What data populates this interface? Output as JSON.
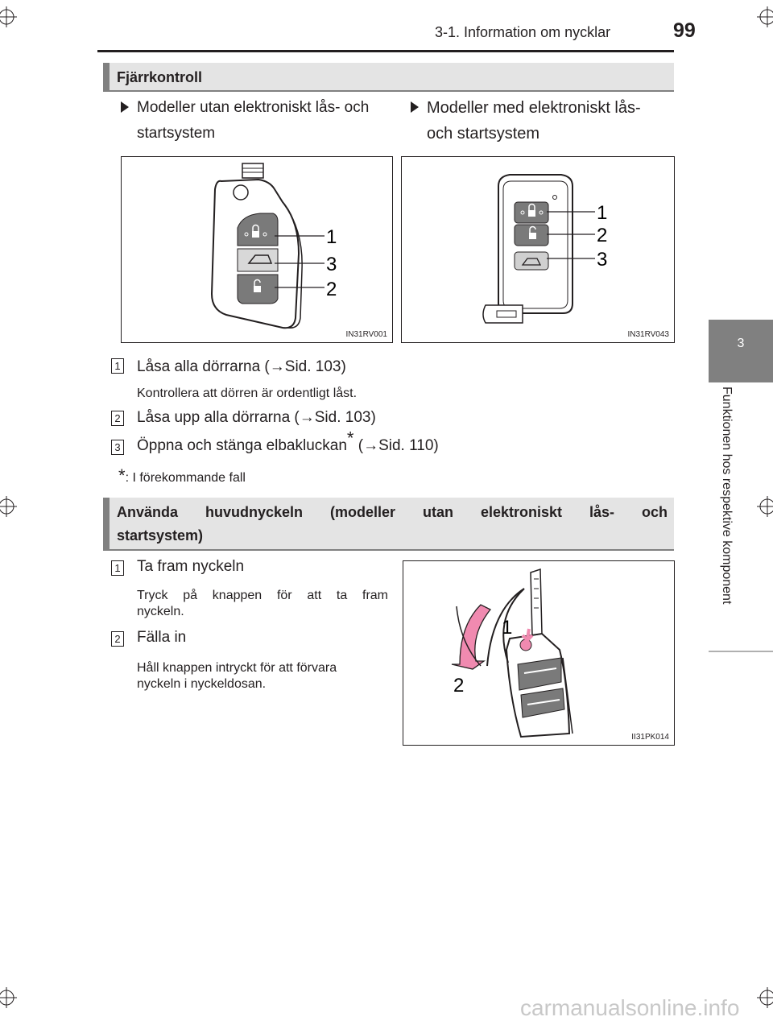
{
  "header": {
    "section_title": "3-1. Information om nycklar",
    "page_number": "99"
  },
  "side_tab": {
    "chapter_number": "3",
    "chapter_title": "Funktionen hos respektive komponent"
  },
  "section1": {
    "title": "Fjärrkontroll",
    "model_left": [
      "Modeller utan elektroniskt lås- och",
      "startsystem"
    ],
    "model_right": [
      "Modeller med elektroniskt lås-",
      "och startsystem"
    ],
    "figure_left": {
      "code": "IN31RV001",
      "callouts": [
        "1",
        "3",
        "2"
      ]
    },
    "figure_right": {
      "code": "IN31RV043",
      "callouts": [
        "1",
        "2",
        "3"
      ]
    },
    "items": [
      {
        "num": "1",
        "label": "Låsa alla dörrarna (",
        "ref": "Sid. 103)",
        "note": "Kontrollera att dörren är ordentligt låst."
      },
      {
        "num": "2",
        "label": "Låsa upp alla dörrarna (",
        "ref": "Sid. 103)",
        "note": ""
      },
      {
        "num": "3",
        "label": "Öppna och stänga elbakluckan",
        "label_suffix": " (",
        "ref": "Sid. 110)",
        "note": ""
      }
    ],
    "footnote_mark": "*",
    "footnote": ": I förekommande fall"
  },
  "section2": {
    "title_line1": "Använda huvudnyckeln (modeller utan elektroniskt lås- och",
    "title_line2": "startsystem)",
    "figure": {
      "code": "II31PK014",
      "callouts": [
        "1",
        "2"
      ]
    },
    "steps": [
      {
        "num": "1",
        "label": "Ta fram nyckeln",
        "desc": [
          "Tryck på knappen för att ta fram",
          "nyckeln."
        ]
      },
      {
        "num": "2",
        "label": "Fälla in",
        "desc": [
          "Håll knappen intryckt för att förvara",
          "nyckeln i nyckeldosan."
        ]
      }
    ]
  },
  "watermark": "carmanualsonline.info",
  "colors": {
    "tab_gray": "#808080",
    "bar_gray": "#e4e4e4",
    "text": "#231f20",
    "arrow_pink": "#f08ab0"
  }
}
